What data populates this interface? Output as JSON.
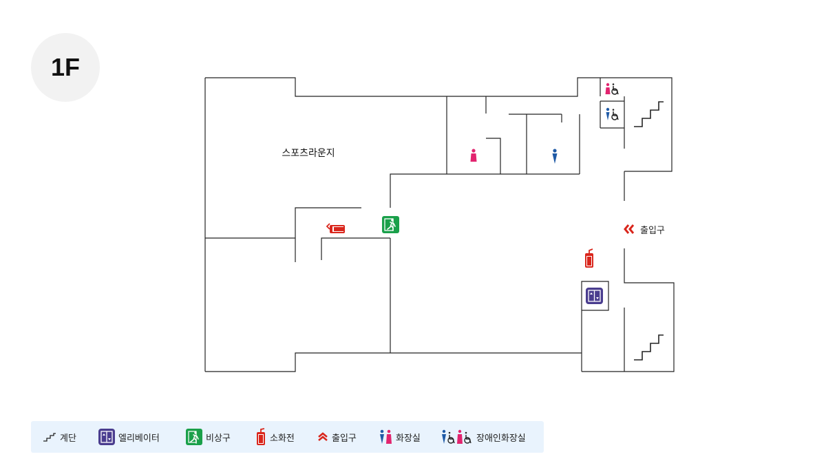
{
  "floor": {
    "label": "1F"
  },
  "map": {
    "room_sports_lounge": "스포츠라운지",
    "entrance_label": "출입구"
  },
  "legend": {
    "stairs": "계단",
    "elevator": "엘리베이터",
    "emergency_exit": "비상구",
    "fire_extinguisher": "소화전",
    "entrance": "출입구",
    "restroom": "화장실",
    "accessible_restroom": "장애인화장실"
  },
  "colors": {
    "wall": "#222222",
    "female_pink": "#e2246f",
    "male_blue": "#1f5aa6",
    "exit_green": "#1aa04a",
    "fire_red": "#d9261c",
    "elevator_purple": "#4a3d8f",
    "legend_bg": "#e9f3fd",
    "badge_bg": "#f2f2f2"
  },
  "icons": [
    "stairs-icon",
    "elevator-icon",
    "emergency-exit-icon",
    "fire-extinguisher-icon",
    "entrance-icon",
    "female-restroom-icon",
    "male-restroom-icon",
    "wheelchair-icon"
  ]
}
